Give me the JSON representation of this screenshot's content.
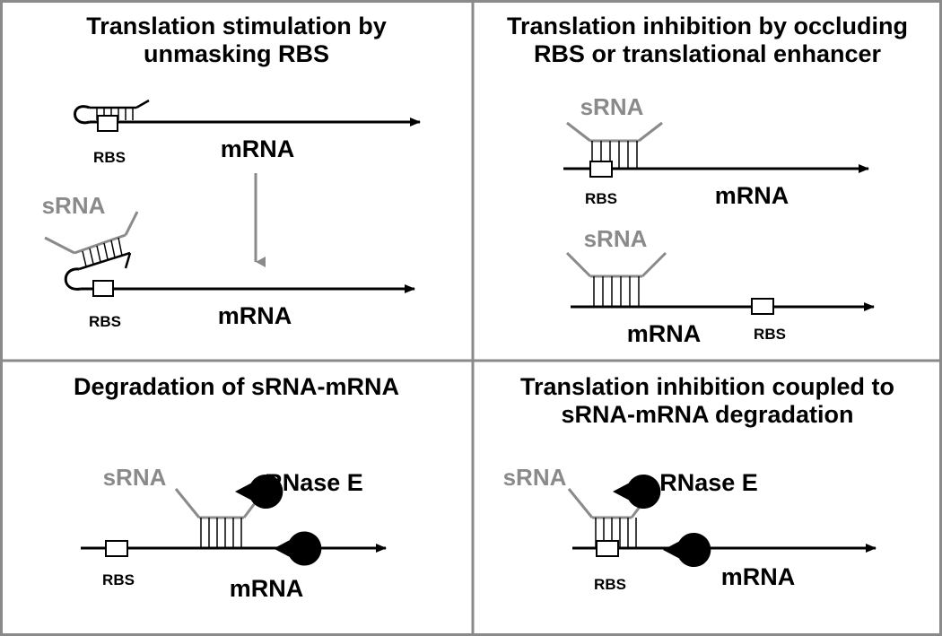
{
  "panels": {
    "top_left": {
      "title": "Translation stimulation by\nunmasking RBS"
    },
    "top_right": {
      "title": "Translation inhibition by occluding\nRBS or translational enhancer"
    },
    "bottom_left": {
      "title": "Degradation of sRNA-mRNA"
    },
    "bottom_right": {
      "title": "Translation inhibition coupled to\nsRNA-mRNA degradation"
    }
  },
  "labels": {
    "rbs": "RBS",
    "mrna": "mRNA",
    "srna": "sRNA",
    "rnase": "RNase E"
  },
  "colors": {
    "border": "#8a8a8a",
    "srna": "#8a8a8a",
    "strand": "#000000"
  }
}
